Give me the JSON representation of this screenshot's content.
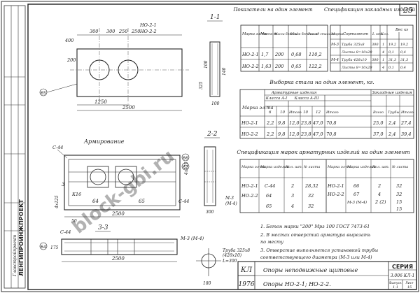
{
  "sheet": {
    "number": "25",
    "watermark": "block-gbi.ru"
  },
  "views": {
    "top_view": {
      "width_total": "2500",
      "left_dim": "1250",
      "d1": "300",
      "d2": "300",
      "d3": "250",
      "d4": "250",
      "d5": "400",
      "d6": "200",
      "label_plate": "НО-2-1",
      "label_plate2": "НО-2-2",
      "callout_65": "65"
    },
    "section_1_1": {
      "title": "1-1",
      "dim_a": "100",
      "dim_b": "140",
      "dim_c": "325",
      "dim_d": "100"
    },
    "reinforcement": {
      "title": "Армирование",
      "c44": "С-44",
      "k16": "К16",
      "dim_2500": "2500",
      "dim_50": "50",
      "dim_4x125": "4х125",
      "dim_4x125b": "4х125",
      "mark_3": "3",
      "callout_64": "64",
      "callout_65": "65",
      "callout_67": "67",
      "callout_66": "66"
    },
    "section_2_2": {
      "title": "2-2",
      "c44": "С-44",
      "m3": "М-3",
      "m4": "(М-4)",
      "dim_300": "300"
    },
    "section_3_3": {
      "title": "3-3",
      "c44": "С-44",
      "dim_2500": "2500",
      "dim_175": "175",
      "callout_64": "64"
    },
    "detail": {
      "m3": "М-3 (М-4)",
      "pipe": "Труба 325х8",
      "pipe_b": "(426х10)",
      "len": "L=300",
      "dim_180": "180"
    }
  },
  "indicators_table": {
    "title": "Показатели на один элемент",
    "headers": [
      "Марка эл-та",
      "Масса т",
      "Масса бетона",
      "Объём бетона м³",
      "Расход стали кг"
    ],
    "rows": [
      [
        "НО-2-1",
        "1,7",
        "200",
        "0,68",
        "110,2"
      ],
      [
        "НО-2-2",
        "1,63",
        "200",
        "0,65",
        "122,2"
      ]
    ]
  },
  "embedded_spec_table": {
    "title": "Спецификация закладных изделий",
    "headers": [
      "Марка",
      "Сортамент",
      "L мм",
      "Кол.",
      "Вес кг"
    ],
    "rows": [
      [
        "М-3",
        "Труба 325х8",
        "300",
        "1",
        "19,2",
        "19,2"
      ],
      [
        "",
        "Листы 8=10х20",
        "",
        "4",
        "0,1",
        "0,4"
      ],
      [
        "М-4",
        "Труба 426х10",
        "300",
        "1",
        "31,3",
        "31,3"
      ],
      [
        "",
        "Листы 8=10х20",
        "",
        "4",
        "0,1",
        "0,4"
      ]
    ]
  },
  "steel_table": {
    "title": "Выборка стали на один элемент, кг.",
    "group1": "Арматурные изделия",
    "group2": "Закладные изделия",
    "sub1": "Класса А-I",
    "sub2": "Класса А-III",
    "headers": [
      "Марка эл-та",
      "6",
      "10",
      "Итого",
      "10",
      "12",
      "Итого",
      "Всего",
      "Трубы",
      "Итого"
    ],
    "rows": [
      [
        "НО-2-1",
        "2,2",
        "9,8",
        "12,0",
        "23,8",
        "47,0",
        "70,8",
        "25,0",
        "2,4",
        "27,4"
      ],
      [
        "НО-2-2",
        "2,2",
        "9,8",
        "12,0",
        "23,8",
        "47,0",
        "70,8",
        "37,0",
        "2,4",
        "39,4"
      ]
    ]
  },
  "rebar_spec_table": {
    "title": "Спецификация марок арматурных изделий на один элемент",
    "headers": [
      "Марка эл-та",
      "Марка изделия",
      "Кол. шт.",
      "№ листа",
      "Марка эл-та",
      "Марка изделия",
      "Кол. шт.",
      "№ листа"
    ],
    "rows_left": [
      [
        "НО-2-1",
        "С-44",
        "2",
        "28,32"
      ],
      [
        "НО-2-2",
        "64",
        "3",
        "32"
      ],
      [
        "",
        "65",
        "4",
        "32"
      ]
    ],
    "rows_right": [
      [
        "НО-2-1",
        "66",
        "2",
        "32"
      ],
      [
        "НО-2-2",
        "67",
        "4",
        "32"
      ],
      [
        "",
        "М-3 (М-4)",
        "2 (2)",
        "15"
      ],
      [
        "",
        "",
        "",
        "15"
      ]
    ]
  },
  "notes": [
    "1. Бетон  марки \"200\"   Мрз 100  ГОСТ 7473-61",
    "2. В местах отверстий арматура вырезать",
    "    по месту",
    "3. Отверстие выполняется установкой трубы",
    "    соответствующего диаметра (М-3 или М-4)"
  ],
  "title_block": {
    "series_label": "СЕРИЯ",
    "series": "3.006 КЛ-1",
    "kl": "КЛ",
    "year": "1976",
    "name1": "Опоры неподвижные щитовые",
    "name2": "Опоры НО-2-1; НО-2-2.",
    "issue_label": "Выпуск",
    "issue": "1-1",
    "sheet_label": "Лист",
    "sheet": "15"
  },
  "left_stamp": {
    "org": "ЛЕНГИПРОИНЖПРОЕКТ",
    "sub": "Главстройпроект"
  }
}
